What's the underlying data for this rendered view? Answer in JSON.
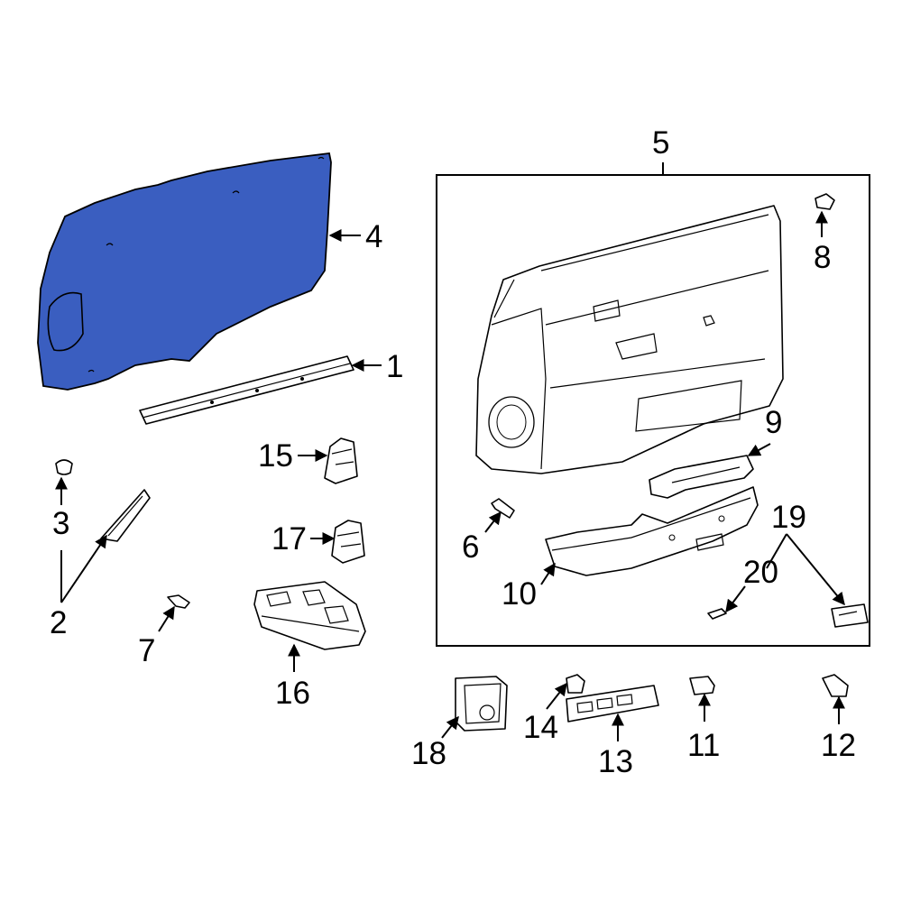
{
  "colors": {
    "highlight": "#3a5ec0",
    "outline": "#000000",
    "background": "#ffffff"
  },
  "callouts": {
    "c1": "1",
    "c2": "2",
    "c3": "3",
    "c4": "4",
    "c5": "5",
    "c6": "6",
    "c7": "7",
    "c8": "8",
    "c9": "9",
    "c10": "10",
    "c11": "11",
    "c12": "12",
    "c13": "13",
    "c14": "14",
    "c15": "15",
    "c16": "16",
    "c17": "17",
    "c18": "18",
    "c19": "19",
    "c20": "20"
  }
}
